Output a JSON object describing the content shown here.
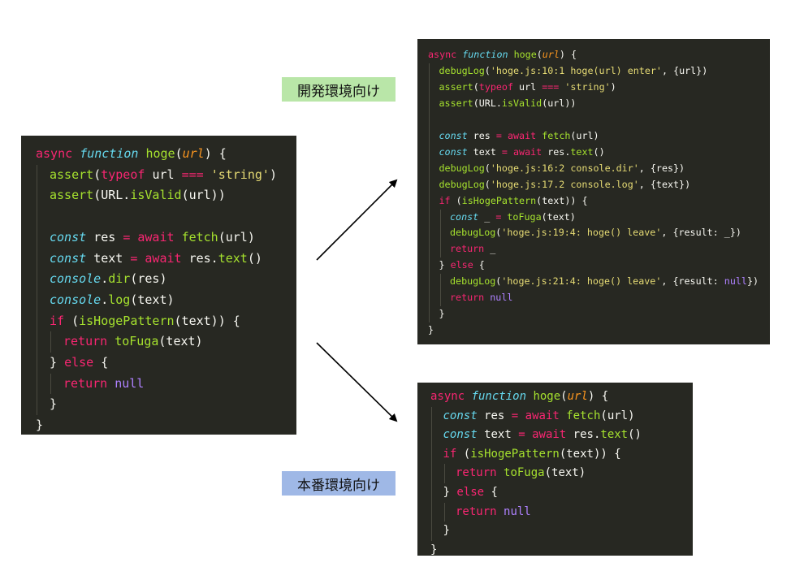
{
  "labels": {
    "dev": "開発環境向け",
    "prod": "本番環境向け"
  },
  "panels": {
    "original": [
      {
        "indent": 0,
        "tokens": [
          {
            "t": "async ",
            "c": "kw"
          },
          {
            "t": "function ",
            "c": "st"
          },
          {
            "t": "hoge",
            "c": "fn"
          },
          {
            "t": "(",
            "c": "tx"
          },
          {
            "t": "url",
            "c": "pr"
          },
          {
            "t": ") {",
            "c": "tx"
          }
        ]
      },
      {
        "indent": 1,
        "tokens": [
          {
            "t": "assert",
            "c": "fn"
          },
          {
            "t": "(",
            "c": "tx"
          },
          {
            "t": "typeof ",
            "c": "kw"
          },
          {
            "t": "url ",
            "c": "tx"
          },
          {
            "t": "=== ",
            "c": "op"
          },
          {
            "t": "'string'",
            "c": "str"
          },
          {
            "t": ")",
            "c": "tx"
          }
        ]
      },
      {
        "indent": 1,
        "tokens": [
          {
            "t": "assert",
            "c": "fn"
          },
          {
            "t": "(URL.",
            "c": "tx"
          },
          {
            "t": "isValid",
            "c": "fn"
          },
          {
            "t": "(url))",
            "c": "tx"
          }
        ]
      },
      {
        "indent": 1,
        "tokens": []
      },
      {
        "indent": 1,
        "tokens": [
          {
            "t": "const ",
            "c": "st"
          },
          {
            "t": "res ",
            "c": "tx"
          },
          {
            "t": "= ",
            "c": "op"
          },
          {
            "t": "await ",
            "c": "kw"
          },
          {
            "t": "fetch",
            "c": "fn"
          },
          {
            "t": "(url)",
            "c": "tx"
          }
        ]
      },
      {
        "indent": 1,
        "tokens": [
          {
            "t": "const ",
            "c": "st"
          },
          {
            "t": "text ",
            "c": "tx"
          },
          {
            "t": "= ",
            "c": "op"
          },
          {
            "t": "await ",
            "c": "kw"
          },
          {
            "t": "res.",
            "c": "tx"
          },
          {
            "t": "text",
            "c": "fn"
          },
          {
            "t": "()",
            "c": "tx"
          }
        ]
      },
      {
        "indent": 1,
        "tokens": [
          {
            "t": "console",
            "c": "st"
          },
          {
            "t": ".",
            "c": "tx"
          },
          {
            "t": "dir",
            "c": "fn"
          },
          {
            "t": "(res)",
            "c": "tx"
          }
        ]
      },
      {
        "indent": 1,
        "tokens": [
          {
            "t": "console",
            "c": "st"
          },
          {
            "t": ".",
            "c": "tx"
          },
          {
            "t": "log",
            "c": "fn"
          },
          {
            "t": "(text)",
            "c": "tx"
          }
        ]
      },
      {
        "indent": 1,
        "tokens": [
          {
            "t": "if ",
            "c": "kw"
          },
          {
            "t": "(",
            "c": "tx"
          },
          {
            "t": "isHogePattern",
            "c": "fn"
          },
          {
            "t": "(text)) {",
            "c": "tx"
          }
        ]
      },
      {
        "indent": 2,
        "tokens": [
          {
            "t": "return ",
            "c": "kw"
          },
          {
            "t": "toFuga",
            "c": "fn"
          },
          {
            "t": "(text)",
            "c": "tx"
          }
        ]
      },
      {
        "indent": 1,
        "tokens": [
          {
            "t": "} ",
            "c": "tx"
          },
          {
            "t": "else ",
            "c": "kw"
          },
          {
            "t": "{",
            "c": "tx"
          }
        ]
      },
      {
        "indent": 2,
        "tokens": [
          {
            "t": "return ",
            "c": "kw"
          },
          {
            "t": "null",
            "c": "nu"
          }
        ]
      },
      {
        "indent": 1,
        "tokens": [
          {
            "t": "}",
            "c": "tx"
          }
        ]
      },
      {
        "indent": 0,
        "tokens": [
          {
            "t": "}",
            "c": "tx"
          }
        ]
      }
    ],
    "dev": [
      {
        "indent": 0,
        "tokens": [
          {
            "t": "async ",
            "c": "kw"
          },
          {
            "t": "function ",
            "c": "st"
          },
          {
            "t": "hoge",
            "c": "fn"
          },
          {
            "t": "(",
            "c": "tx"
          },
          {
            "t": "url",
            "c": "pr"
          },
          {
            "t": ") {",
            "c": "tx"
          }
        ]
      },
      {
        "indent": 1,
        "tokens": [
          {
            "t": "debugLog",
            "c": "fn"
          },
          {
            "t": "(",
            "c": "tx"
          },
          {
            "t": "'hoge.js:10:1 hoge(url) enter'",
            "c": "str"
          },
          {
            "t": ", {url})",
            "c": "tx"
          }
        ]
      },
      {
        "indent": 1,
        "tokens": [
          {
            "t": "assert",
            "c": "fn"
          },
          {
            "t": "(",
            "c": "tx"
          },
          {
            "t": "typeof ",
            "c": "kw"
          },
          {
            "t": "url ",
            "c": "tx"
          },
          {
            "t": "=== ",
            "c": "op"
          },
          {
            "t": "'string'",
            "c": "str"
          },
          {
            "t": ")",
            "c": "tx"
          }
        ]
      },
      {
        "indent": 1,
        "tokens": [
          {
            "t": "assert",
            "c": "fn"
          },
          {
            "t": "(URL.",
            "c": "tx"
          },
          {
            "t": "isValid",
            "c": "fn"
          },
          {
            "t": "(url))",
            "c": "tx"
          }
        ]
      },
      {
        "indent": 1,
        "tokens": []
      },
      {
        "indent": 1,
        "tokens": [
          {
            "t": "const ",
            "c": "st"
          },
          {
            "t": "res ",
            "c": "tx"
          },
          {
            "t": "= ",
            "c": "op"
          },
          {
            "t": "await ",
            "c": "kw"
          },
          {
            "t": "fetch",
            "c": "fn"
          },
          {
            "t": "(url)",
            "c": "tx"
          }
        ]
      },
      {
        "indent": 1,
        "tokens": [
          {
            "t": "const ",
            "c": "st"
          },
          {
            "t": "text ",
            "c": "tx"
          },
          {
            "t": "= ",
            "c": "op"
          },
          {
            "t": "await ",
            "c": "kw"
          },
          {
            "t": "res.",
            "c": "tx"
          },
          {
            "t": "text",
            "c": "fn"
          },
          {
            "t": "()",
            "c": "tx"
          }
        ]
      },
      {
        "indent": 1,
        "tokens": [
          {
            "t": "debugLog",
            "c": "fn"
          },
          {
            "t": "(",
            "c": "tx"
          },
          {
            "t": "'hoge.js:16:2 console.dir'",
            "c": "str"
          },
          {
            "t": ", {res})",
            "c": "tx"
          }
        ]
      },
      {
        "indent": 1,
        "tokens": [
          {
            "t": "debugLog",
            "c": "fn"
          },
          {
            "t": "(",
            "c": "tx"
          },
          {
            "t": "'hoge.js:17.2 console.log'",
            "c": "str"
          },
          {
            "t": ", {text})",
            "c": "tx"
          }
        ]
      },
      {
        "indent": 1,
        "tokens": [
          {
            "t": "if ",
            "c": "kw"
          },
          {
            "t": "(",
            "c": "tx"
          },
          {
            "t": "isHogePattern",
            "c": "fn"
          },
          {
            "t": "(text)) {",
            "c": "tx"
          }
        ]
      },
      {
        "indent": 2,
        "tokens": [
          {
            "t": "const ",
            "c": "st"
          },
          {
            "t": "_ ",
            "c": "tx"
          },
          {
            "t": "= ",
            "c": "op"
          },
          {
            "t": "toFuga",
            "c": "fn"
          },
          {
            "t": "(text)",
            "c": "tx"
          }
        ]
      },
      {
        "indent": 2,
        "tokens": [
          {
            "t": "debugLog",
            "c": "fn"
          },
          {
            "t": "(",
            "c": "tx"
          },
          {
            "t": "'hoge.js:19:4: hoge() leave'",
            "c": "str"
          },
          {
            "t": ", {result: _})",
            "c": "tx"
          }
        ]
      },
      {
        "indent": 2,
        "tokens": [
          {
            "t": "return ",
            "c": "kw"
          },
          {
            "t": "_",
            "c": "tx"
          }
        ]
      },
      {
        "indent": 1,
        "tokens": [
          {
            "t": "} ",
            "c": "tx"
          },
          {
            "t": "else ",
            "c": "kw"
          },
          {
            "t": "{",
            "c": "tx"
          }
        ]
      },
      {
        "indent": 2,
        "tokens": [
          {
            "t": "debugLog",
            "c": "fn"
          },
          {
            "t": "(",
            "c": "tx"
          },
          {
            "t": "'hoge.js:21:4: hoge() leave'",
            "c": "str"
          },
          {
            "t": ", {result: ",
            "c": "tx"
          },
          {
            "t": "null",
            "c": "nu"
          },
          {
            "t": "})",
            "c": "tx"
          }
        ]
      },
      {
        "indent": 2,
        "tokens": [
          {
            "t": "return ",
            "c": "kw"
          },
          {
            "t": "null",
            "c": "nu"
          }
        ]
      },
      {
        "indent": 1,
        "tokens": [
          {
            "t": "}",
            "c": "tx"
          }
        ]
      },
      {
        "indent": 0,
        "tokens": [
          {
            "t": "}",
            "c": "tx"
          }
        ]
      }
    ],
    "prod": [
      {
        "indent": 0,
        "tokens": [
          {
            "t": "async ",
            "c": "kw"
          },
          {
            "t": "function ",
            "c": "st"
          },
          {
            "t": "hoge",
            "c": "fn"
          },
          {
            "t": "(",
            "c": "tx"
          },
          {
            "t": "url",
            "c": "pr"
          },
          {
            "t": ") {",
            "c": "tx"
          }
        ]
      },
      {
        "indent": 1,
        "tokens": [
          {
            "t": "const ",
            "c": "st"
          },
          {
            "t": "res ",
            "c": "tx"
          },
          {
            "t": "= ",
            "c": "op"
          },
          {
            "t": "await ",
            "c": "kw"
          },
          {
            "t": "fetch",
            "c": "fn"
          },
          {
            "t": "(url)",
            "c": "tx"
          }
        ]
      },
      {
        "indent": 1,
        "tokens": [
          {
            "t": "const ",
            "c": "st"
          },
          {
            "t": "text ",
            "c": "tx"
          },
          {
            "t": "= ",
            "c": "op"
          },
          {
            "t": "await ",
            "c": "kw"
          },
          {
            "t": "res.",
            "c": "tx"
          },
          {
            "t": "text",
            "c": "fn"
          },
          {
            "t": "()",
            "c": "tx"
          }
        ]
      },
      {
        "indent": 1,
        "tokens": [
          {
            "t": "if ",
            "c": "kw"
          },
          {
            "t": "(",
            "c": "tx"
          },
          {
            "t": "isHogePattern",
            "c": "fn"
          },
          {
            "t": "(text)) {",
            "c": "tx"
          }
        ]
      },
      {
        "indent": 2,
        "tokens": [
          {
            "t": "return ",
            "c": "kw"
          },
          {
            "t": "toFuga",
            "c": "fn"
          },
          {
            "t": "(text)",
            "c": "tx"
          }
        ]
      },
      {
        "indent": 1,
        "tokens": [
          {
            "t": "} ",
            "c": "tx"
          },
          {
            "t": "else ",
            "c": "kw"
          },
          {
            "t": "{",
            "c": "tx"
          }
        ]
      },
      {
        "indent": 2,
        "tokens": [
          {
            "t": "return ",
            "c": "kw"
          },
          {
            "t": "null",
            "c": "nu"
          }
        ]
      },
      {
        "indent": 1,
        "tokens": [
          {
            "t": "}",
            "c": "tx"
          }
        ]
      },
      {
        "indent": 0,
        "tokens": [
          {
            "t": "}",
            "c": "tx"
          }
        ]
      }
    ]
  },
  "colors": {
    "panel_bg": "#272822",
    "keyword": "#f92672",
    "storage": "#66d9ef",
    "function": "#a6e22e",
    "param": "#fd971f",
    "string": "#e6db74",
    "number": "#ae81ff",
    "text": "#f8f8f2",
    "dev_label_bg": "#b9e6a8",
    "prod_label_bg": "#9fb8e6"
  }
}
